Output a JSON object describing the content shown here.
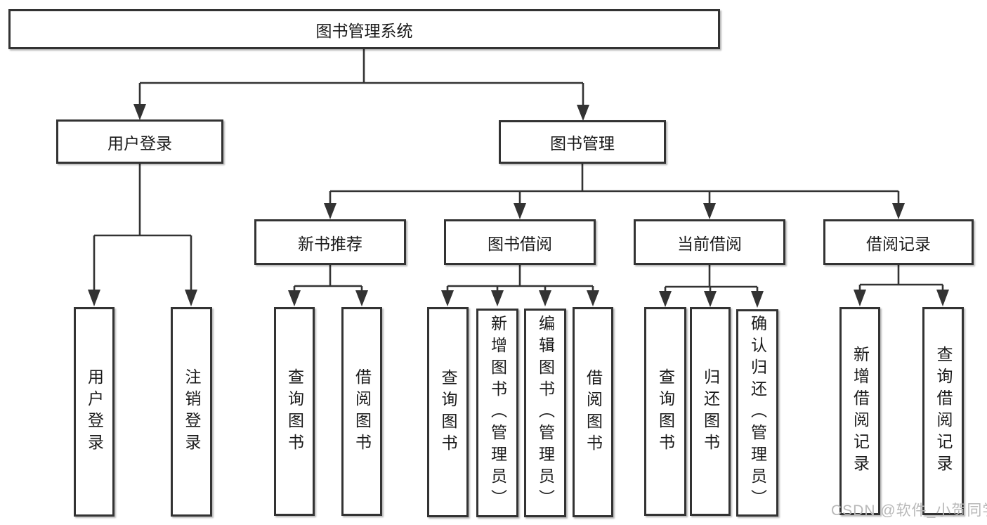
{
  "tree": {
    "label": "图书管理系统",
    "children": [
      {
        "label": "用户登录",
        "children": [
          {
            "label": "用户登录"
          },
          {
            "label": "注销登录"
          }
        ]
      },
      {
        "label": "图书管理",
        "children": [
          {
            "label": "新书推荐",
            "children": [
              {
                "label": "查询图书"
              },
              {
                "label": "借阅图书"
              }
            ]
          },
          {
            "label": "图书借阅",
            "children": [
              {
                "label": "查询图书"
              },
              {
                "label": "新增图书（管理员）"
              },
              {
                "label": "编辑图书（管理员）"
              },
              {
                "label": "借阅图书"
              }
            ]
          },
          {
            "label": "当前借阅",
            "children": [
              {
                "label": "查询图书"
              },
              {
                "label": "归还图书"
              },
              {
                "label": "确认归还（管理员）"
              }
            ]
          },
          {
            "label": "借阅记录",
            "children": [
              {
                "label": "新增借阅记录"
              },
              {
                "label": "查询借阅记录"
              }
            ]
          }
        ]
      }
    ]
  },
  "watermark": {
    "text": "CSDN @软件_小贺同学"
  },
  "colors": {
    "line": "#333333",
    "text": "#1a1a1a",
    "background": "#ffffff",
    "watermark": "#b8b8b8"
  }
}
